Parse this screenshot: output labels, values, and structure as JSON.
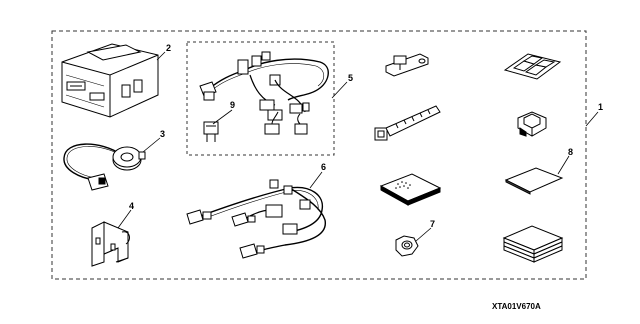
{
  "diagram": {
    "callouts": [
      "1",
      "2",
      "3",
      "4",
      "5",
      "6",
      "7",
      "8",
      "9"
    ],
    "code": "XTA01V670A"
  }
}
